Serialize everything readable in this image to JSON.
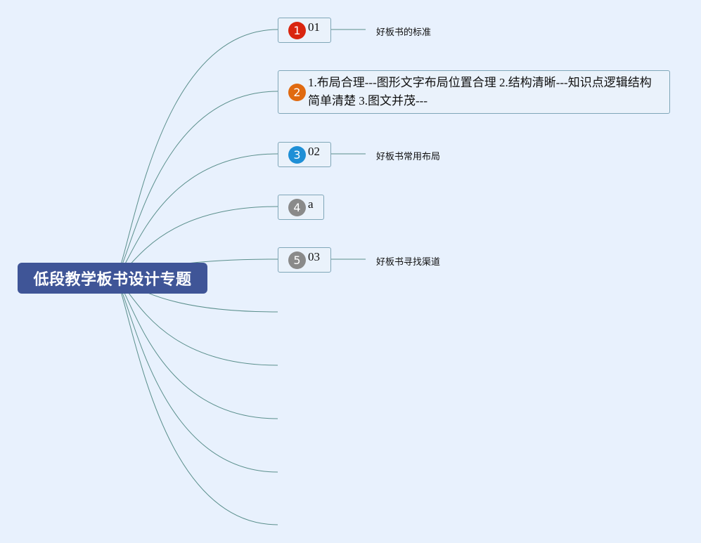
{
  "colors": {
    "background": "#e8f1fd",
    "root_fill": "#3f5597",
    "root_text": "#ffffff",
    "line": "#5a8f8c",
    "topic_border": "#7fa6b8",
    "marker_1": "#d9250f",
    "marker_2": "#e06a10",
    "marker_3": "#1f8fd6",
    "marker_4": "#8a8a8a",
    "marker_5": "#8a8a8a"
  },
  "root": {
    "title": "低段教学板书设计专题"
  },
  "topics": [
    {
      "marker": "1",
      "text": "01",
      "note": "好板书的标准",
      "marker_icon": "priority-1-icon"
    },
    {
      "marker": "2",
      "text": "1.布局合理---图形文字布局位置合理 2.结构清晰---知识点逻辑结构简单清楚 3.图文并茂---",
      "marker_icon": "priority-2-icon"
    },
    {
      "marker": "3",
      "text": "02",
      "note": "好板书常用布局",
      "marker_icon": "priority-3-icon"
    },
    {
      "marker": "4",
      "text": "a",
      "marker_icon": "priority-4-icon"
    },
    {
      "marker": "5",
      "text": "03",
      "note": "好板书寻找渠道",
      "marker_icon": "priority-5-icon"
    }
  ]
}
